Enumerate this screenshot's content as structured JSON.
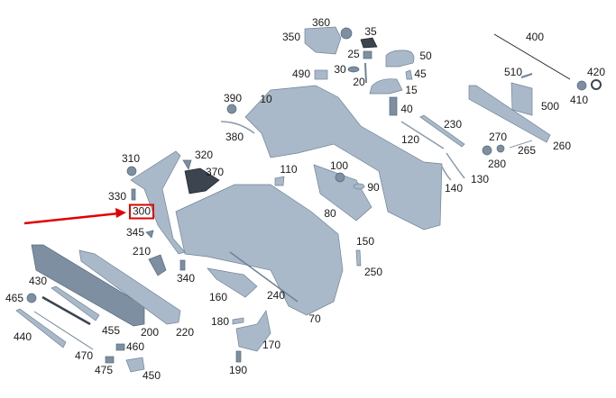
{
  "diagram": {
    "highlighted_part": "300",
    "highlight_color": "#e00000",
    "part_color": "#a9b9c9",
    "labels": [
      "360",
      "35",
      "350",
      "400",
      "50",
      "25",
      "490",
      "30",
      "45",
      "510",
      "420",
      "20",
      "15",
      "390",
      "10",
      "410",
      "500",
      "40",
      "230",
      "380",
      "120",
      "270",
      "260",
      "265",
      "280",
      "310",
      "320",
      "370",
      "110",
      "100",
      "90",
      "130",
      "140",
      "330",
      "300",
      "80",
      "345",
      "150",
      "210",
      "340",
      "250",
      "430",
      "160",
      "240",
      "465",
      "455",
      "200",
      "220",
      "70",
      "180",
      "170",
      "440",
      "460",
      "470",
      "475",
      "450",
      "190"
    ]
  }
}
